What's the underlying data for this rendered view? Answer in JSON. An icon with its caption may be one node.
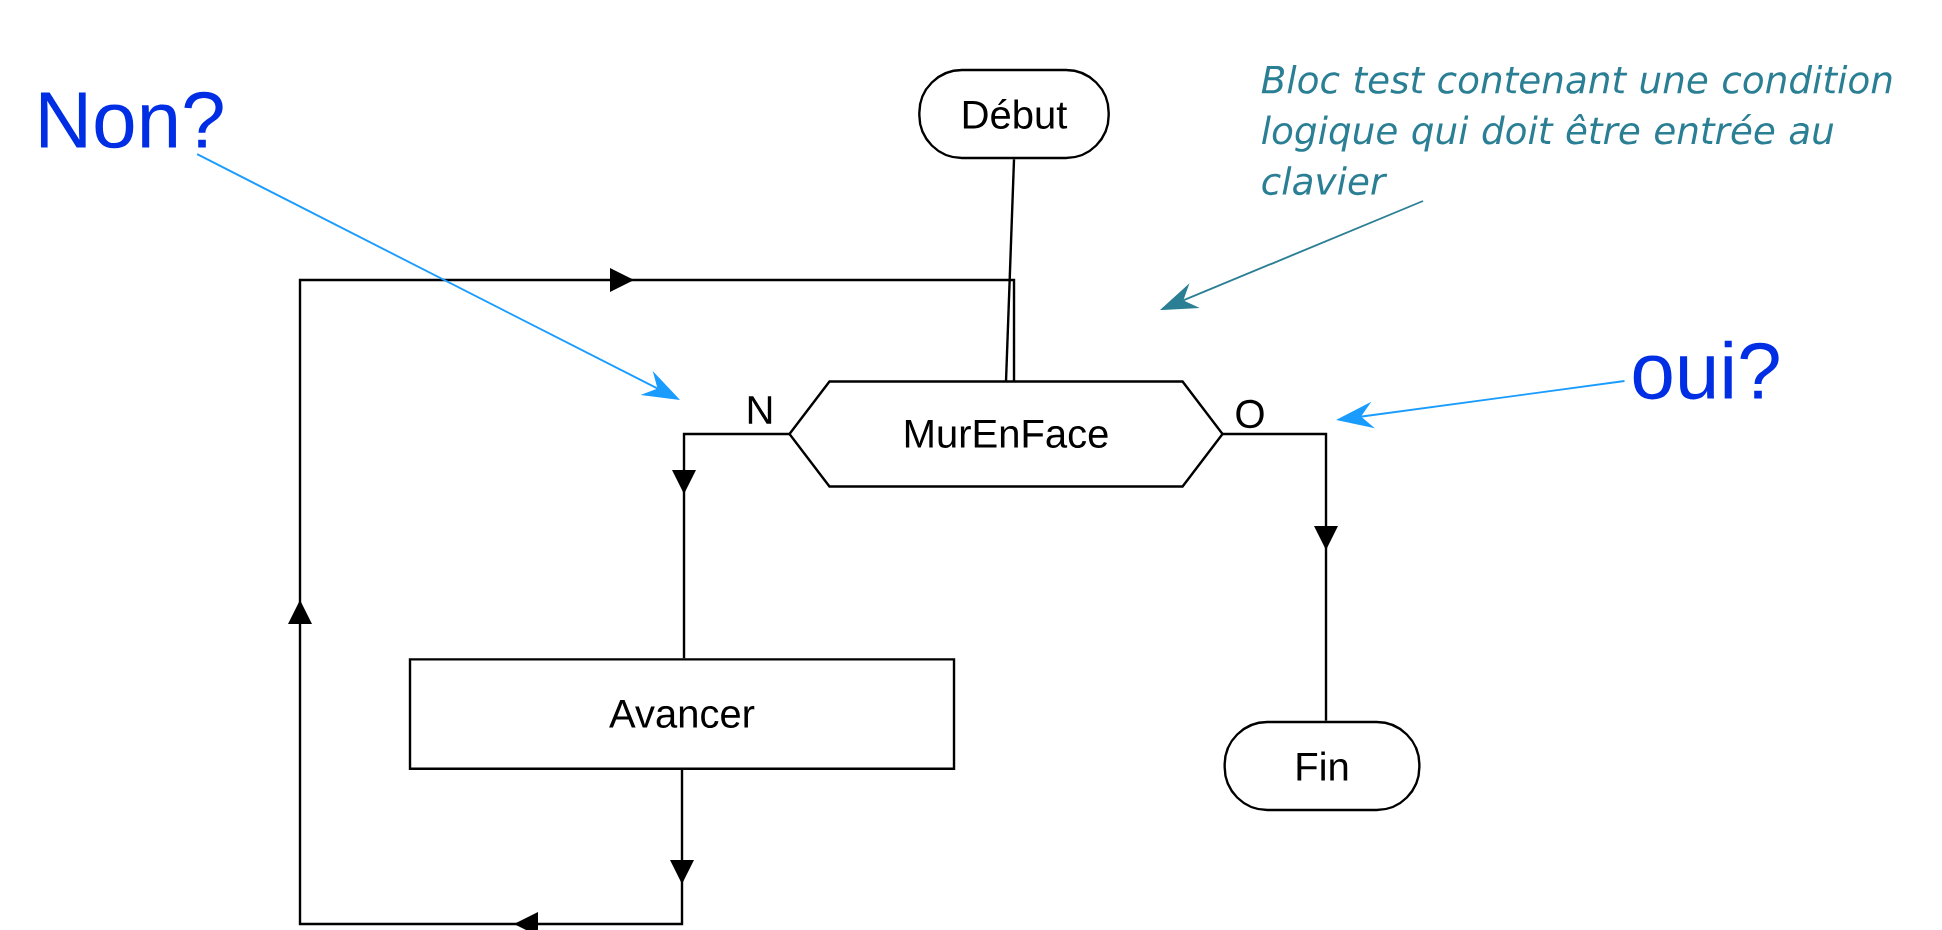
{
  "diagram": {
    "nodes": [
      {
        "text": [
          "Début"
        ]
      },
      {
        "text": [
          "MurEnFace"
        ]
      },
      {
        "text": [
          "Avancer"
        ]
      },
      {
        "text": [
          "Fin"
        ]
      },
      {
        "text": [
          "Non?"
        ]
      },
      {
        "text": [
          "oui?"
        ]
      },
      {
        "text": [
          "Bloc test contenant une condition logique qui doit être entrée au clavier"
        ]
      }
    ],
    "edges": [
      {
        "from": 0,
        "to": 1,
        "arrow": "none"
      },
      {
        "from": 1,
        "to": 2,
        "arrow": "to",
        "label": "N"
      },
      {
        "from": 1,
        "to": 3,
        "arrow": "to",
        "label": "O"
      },
      {
        "from": 2,
        "to": 1,
        "arrow": "to"
      },
      {
        "from": 4,
        "to": null,
        "arrow": "to",
        "color": "#1a9cff"
      },
      {
        "from": 5,
        "to": null,
        "arrow": "to",
        "color": "#1a9cff"
      },
      {
        "from": 6,
        "to": null,
        "arrow": "to",
        "color": "#2a7f94"
      }
    ]
  }
}
